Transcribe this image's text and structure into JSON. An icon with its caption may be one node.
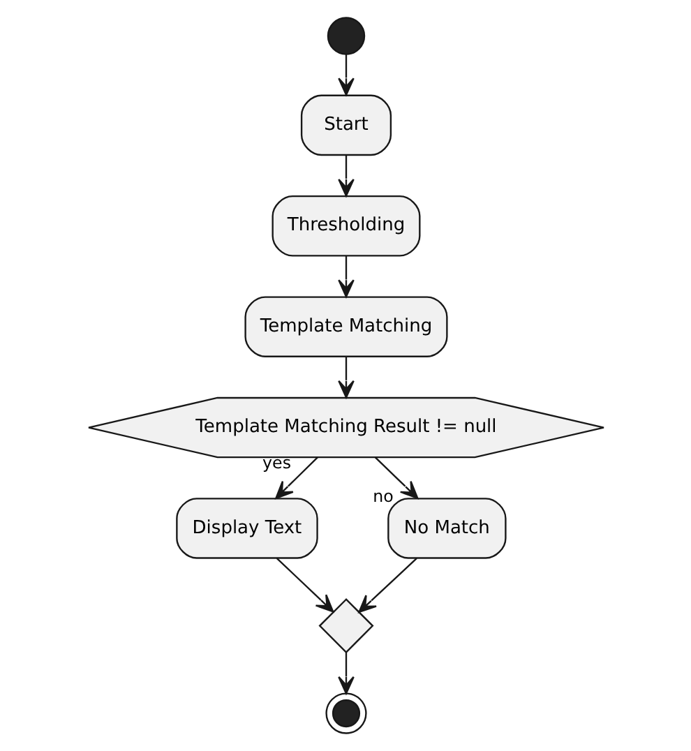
{
  "diagram": {
    "nodes": [
      {
        "text": [],
        "shape": "circle"
      },
      {
        "text": [
          "Start"
        ]
      },
      {
        "text": [
          "Thresholding"
        ]
      },
      {
        "text": [
          "Template Matching"
        ]
      },
      {
        "text": [
          "Template Matching Result != null"
        ]
      },
      {
        "text": [
          "Display Text"
        ]
      },
      {
        "text": [
          "No Match"
        ]
      },
      {
        "text": [],
        "shape": "diamond"
      },
      {
        "text": [],
        "shape": "circle"
      }
    ],
    "edges": [
      {
        "from": 0,
        "to": 1,
        "arrow": "to"
      },
      {
        "from": 1,
        "to": 2,
        "arrow": "to"
      },
      {
        "from": 2,
        "to": 3,
        "arrow": "to"
      },
      {
        "from": 3,
        "to": 4,
        "arrow": "to"
      },
      {
        "from": 4,
        "to": 5,
        "arrow": "to",
        "label": "yes"
      },
      {
        "from": 4,
        "to": 6,
        "arrow": "to",
        "label": "no"
      },
      {
        "from": 5,
        "to": 7,
        "arrow": "to"
      },
      {
        "from": 6,
        "to": 7,
        "arrow": "to"
      },
      {
        "from": 7,
        "to": 8,
        "arrow": "to"
      }
    ]
  }
}
